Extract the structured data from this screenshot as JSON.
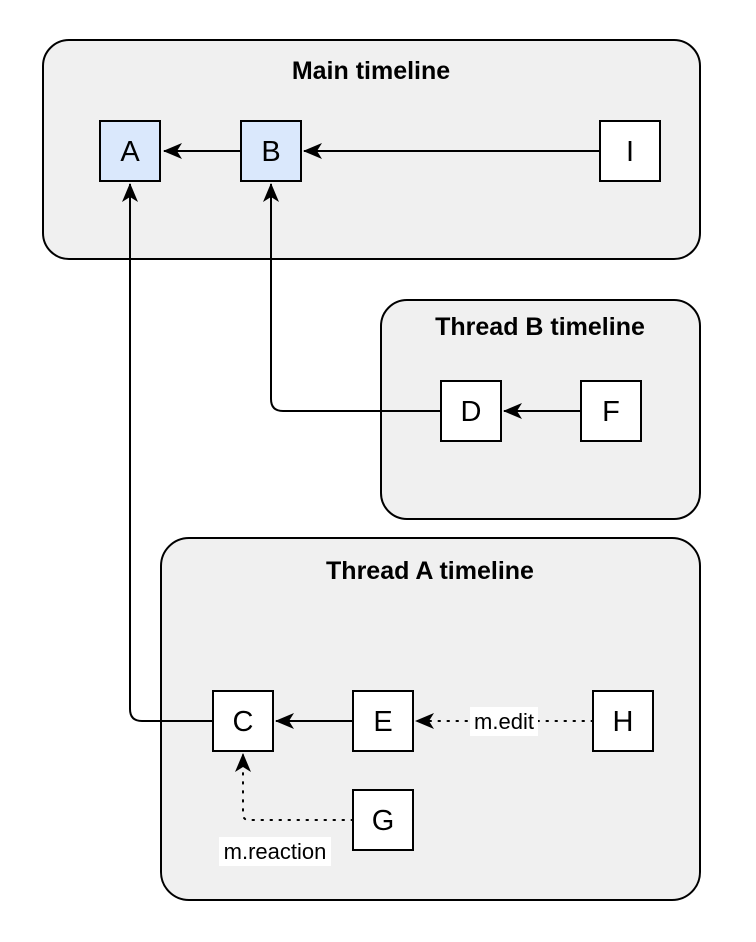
{
  "diagram": {
    "containers": {
      "main": {
        "title": "Main timeline"
      },
      "thread_b": {
        "title": "Thread B timeline"
      },
      "thread_a": {
        "title": "Thread A timeline"
      }
    },
    "nodes": {
      "a": "A",
      "b": "B",
      "i": "I",
      "d": "D",
      "f": "F",
      "c": "C",
      "e": "E",
      "h": "H",
      "g": "G"
    },
    "edge_labels": {
      "edit": "m.edit",
      "reaction": "m.reaction"
    },
    "colors": {
      "container_fill": "#f0f0f0",
      "node_fill": "#ffffff",
      "highlight_node_fill": "#dae8fc",
      "stroke": "#000000",
      "edge_label_bg": "#ffffff"
    }
  }
}
